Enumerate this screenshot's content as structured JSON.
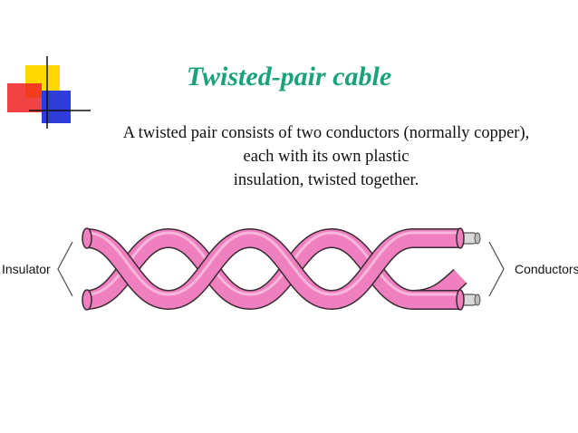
{
  "title": "Twisted-pair cable",
  "description": {
    "line1": "A twisted pair consists of two conductors (normally copper),",
    "line2": "each with its own plastic",
    "line3": "insulation, twisted together."
  },
  "diagram": {
    "label_left": "Insulator",
    "label_right": "Conductors",
    "colors": {
      "wire_fill": "#ef7fbf",
      "wire_outline": "#3a2a33",
      "wire_highlight": "#f9c4e2",
      "title": "#1aa37a",
      "deco_yellow": "#ffd800",
      "deco_red": "#ee2222",
      "deco_blue": "#2e3cd8"
    }
  }
}
